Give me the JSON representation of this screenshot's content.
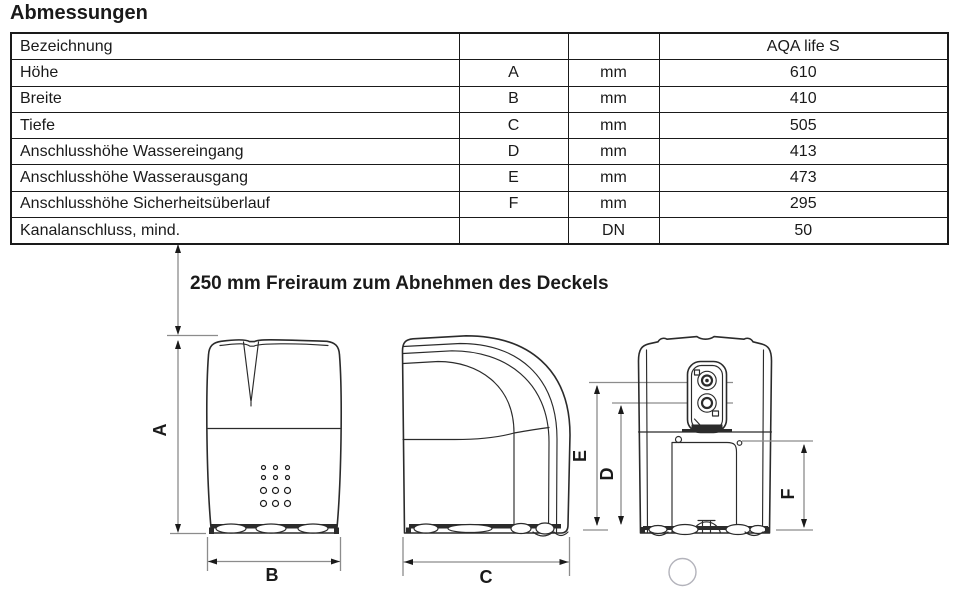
{
  "page": {
    "title": "Abmessungen"
  },
  "table": {
    "columns": {
      "name": "Bezeichnung",
      "letter": "",
      "unit": "",
      "product": "AQA life S"
    },
    "rows": [
      {
        "name": "Höhe",
        "letter": "A",
        "unit": "mm",
        "value": "610"
      },
      {
        "name": "Breite",
        "letter": "B",
        "unit": "mm",
        "value": "410"
      },
      {
        "name": "Tiefe",
        "letter": "C",
        "unit": "mm",
        "value": "505"
      },
      {
        "name": "Anschlusshöhe Wassereingang",
        "letter": "D",
        "unit": "mm",
        "value": "413"
      },
      {
        "name": "Anschlusshöhe Wasserausgang",
        "letter": "E",
        "unit": "mm",
        "value": "473"
      },
      {
        "name": "Anschlusshöhe Sicherheitsüberlauf",
        "letter": "F",
        "unit": "mm",
        "value": "295"
      },
      {
        "name": "Kanalanschluss, mind.",
        "letter": "",
        "unit": "DN",
        "value": "50"
      }
    ]
  },
  "drawing": {
    "clearance_note": "250 mm Freiraum zum Abnehmen des Deckels",
    "labels": {
      "a": "A",
      "b": "B",
      "c": "C",
      "d": "D",
      "e": "E",
      "f": "F"
    }
  },
  "colors": {
    "text": "#1a1a1a",
    "drawing_line": "#2b2b2b",
    "dimension_line": "#8c8c8c",
    "ghost_circle": "#b3b3bb",
    "background": "#ffffff"
  }
}
